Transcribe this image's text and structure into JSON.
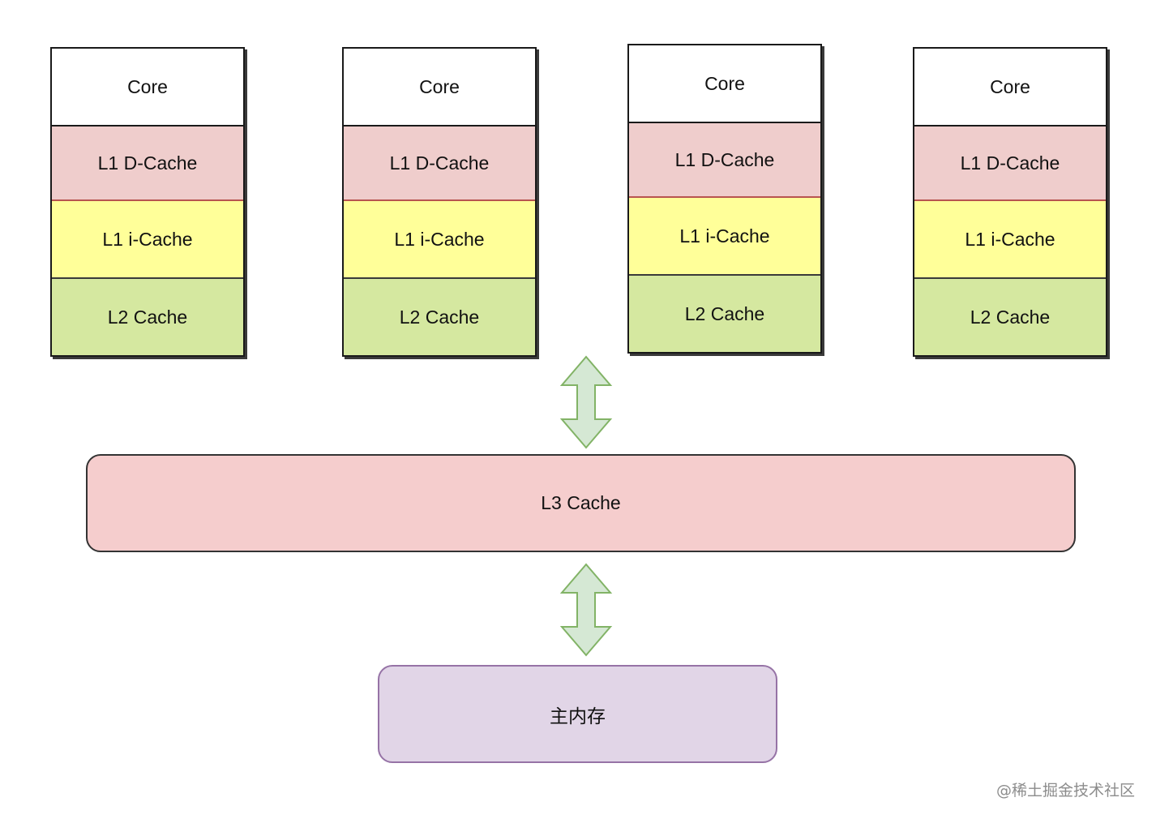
{
  "cores": [
    {
      "core": "Core",
      "l1d": "L1 D-Cache",
      "l1i": "L1 i-Cache",
      "l2": "L2 Cache"
    },
    {
      "core": "Core",
      "l1d": "L1 D-Cache",
      "l1i": "L1 i-Cache",
      "l2": "L2 Cache"
    },
    {
      "core": "Core",
      "l1d": "L1 D-Cache",
      "l1i": "L1 i-Cache",
      "l2": "L2 Cache"
    },
    {
      "core": "Core",
      "l1d": "L1 D-Cache",
      "l1i": "L1 i-Cache",
      "l2": "L2 Cache"
    }
  ],
  "l3": {
    "label": "L3 Cache"
  },
  "memory": {
    "label": "主内存"
  },
  "watermark": "@稀土掘金技术社区",
  "colors": {
    "core_fill": "#ffffff",
    "l1d_fill": "#efcdcc",
    "l1i_fill": "#ffff99",
    "l2_fill": "#d5e8a0",
    "l3_fill": "#f5cdcd",
    "memory_fill": "#e1d5e7",
    "memory_border": "#9673a6",
    "arrow_fill": "#d5e8d4",
    "arrow_border": "#82b366"
  },
  "icons": [
    "double-arrow-icon"
  ]
}
